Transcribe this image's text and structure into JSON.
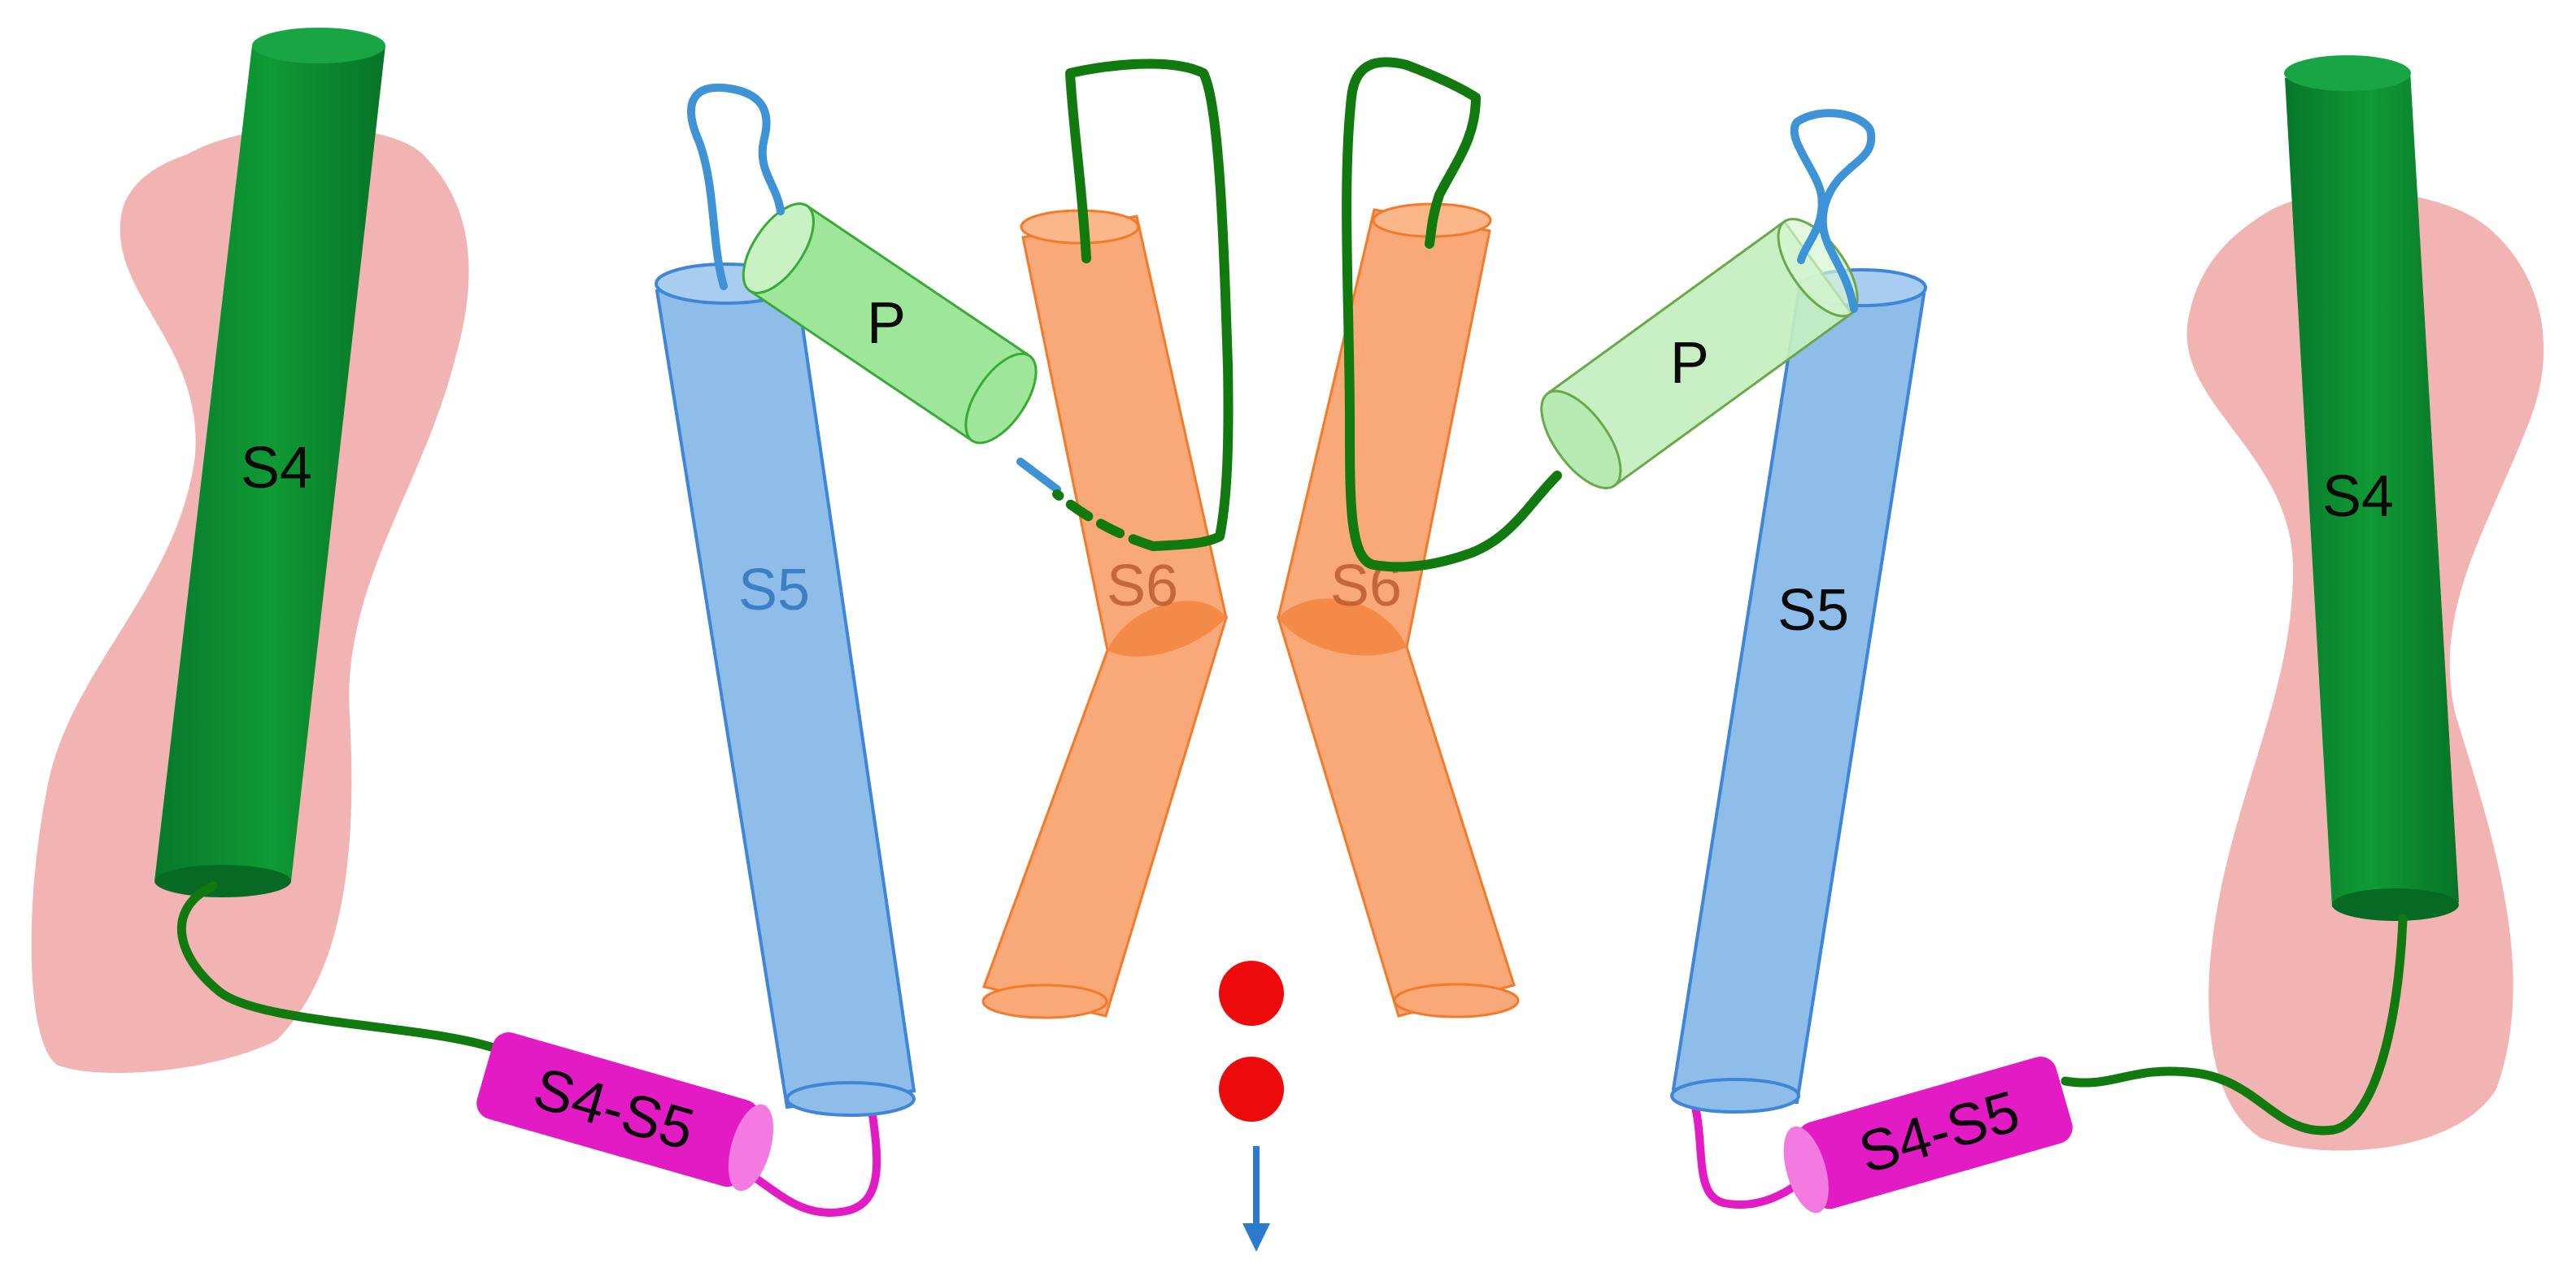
{
  "labels": {
    "s4_left": "S4",
    "s4_right": "S4",
    "s5_left": "S5",
    "s5_right": "S5",
    "p_left": "P",
    "p_right": "P",
    "s6_left": "S6",
    "s6_right": "S6",
    "linker_left": "S4-S5",
    "linker_right": "S4-S5"
  },
  "colors": {
    "voltage_sensor_body": "#f2b3b3",
    "s4_helix": "#0a8a2e",
    "s5_helix": "#8dbde8",
    "s5_edge": "#3f86d9",
    "p_helix": "#9ee69a",
    "s6_helix": "#f9a877",
    "s6_edge": "#f47a2a",
    "linker_helix": "#e21bc4",
    "loop_green": "#117a0f",
    "loop_blue": "#3d93d6",
    "ion": "#ec0a0a",
    "arrow": "#2a7ad0"
  },
  "ions": {
    "count": 2
  }
}
